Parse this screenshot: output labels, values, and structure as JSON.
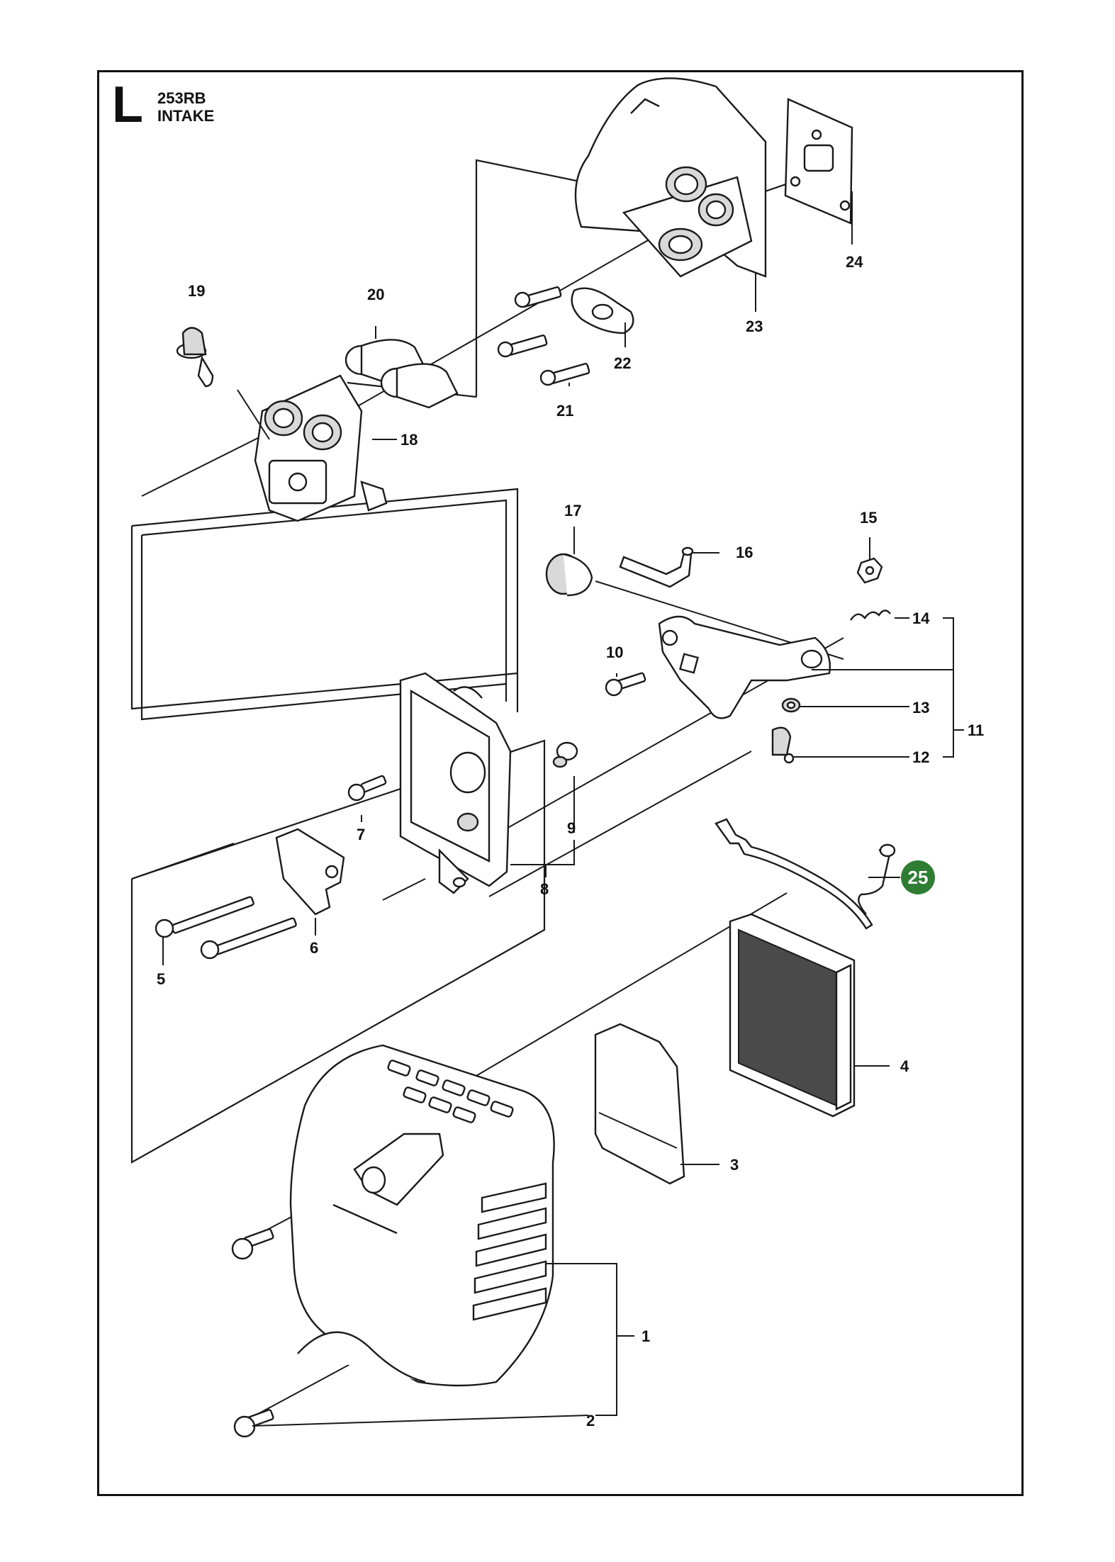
{
  "header": {
    "section_letter": "L",
    "model": "253RB",
    "title": "INTAKE"
  },
  "callouts": {
    "p1": "1",
    "p2": "2",
    "p3": "3",
    "p4": "4",
    "p5": "5",
    "p6": "6",
    "p7": "7",
    "p8": "8",
    "p9": "9",
    "p10": "10",
    "p11": "11",
    "p12": "12",
    "p13": "13",
    "p14": "14",
    "p15": "15",
    "p16": "16",
    "p17": "17",
    "p18": "18",
    "p19": "19",
    "p20": "20",
    "p21": "21",
    "p22": "22",
    "p23": "23",
    "p24": "24",
    "p25": "25"
  },
  "highlight": {
    "part": "25",
    "color": "#2e7d32"
  }
}
